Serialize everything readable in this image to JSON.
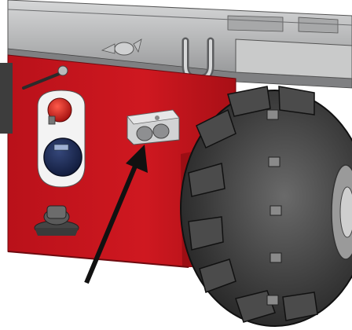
{
  "illustration": {
    "subject": "machine-chassis-side-view",
    "colors": {
      "chassis_red": "#c8141b",
      "chassis_red_dark": "#9c0e14",
      "frame_gray": "#b9babb",
      "tire_black": "#2a2a2a",
      "arrow_black": "#111111"
    },
    "parts": [
      "top-frame-rail",
      "lifting-ring",
      "wing-bolt",
      "red-side-panel",
      "stop-button",
      "hour-meter-gauge",
      "charging-connector",
      "lower-valve-knob",
      "tracked-wheel",
      "indicator-arrow"
    ]
  }
}
